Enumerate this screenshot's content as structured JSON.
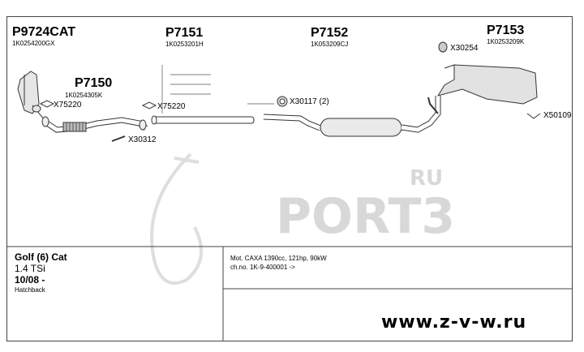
{
  "parts": {
    "p9724cat": {
      "number": "P9724CAT",
      "code": "1K0254200GX"
    },
    "p7150": {
      "number": "P7150",
      "code": "1K0254305K"
    },
    "p7151": {
      "number": "P7151",
      "code": "1K0253201H"
    },
    "p7152": {
      "number": "P7152",
      "code": "1K053209CJ"
    },
    "p7153": {
      "number": "P7153",
      "code": "1K0253209K"
    }
  },
  "accessories": {
    "x75220_left": "X75220",
    "x75220_mid": "X75220",
    "x30312": "X30312",
    "x30117": "X30117 (2)",
    "x30254": "X30254",
    "x50109": "X50109"
  },
  "vehicle": {
    "model": "Golf (6) Cat",
    "engine": "1.4 TSi",
    "date": "10/08 -",
    "body": "Hatchback"
  },
  "spec": {
    "motor": "Mot. CAXA 1390cc, 121hp, 90kW",
    "chassis": "ch.no. 1K-9-400001 ->"
  },
  "watermark": {
    "brand": "PORT3",
    "suffix": "RU"
  },
  "website": "www.z-v-w.ru"
}
